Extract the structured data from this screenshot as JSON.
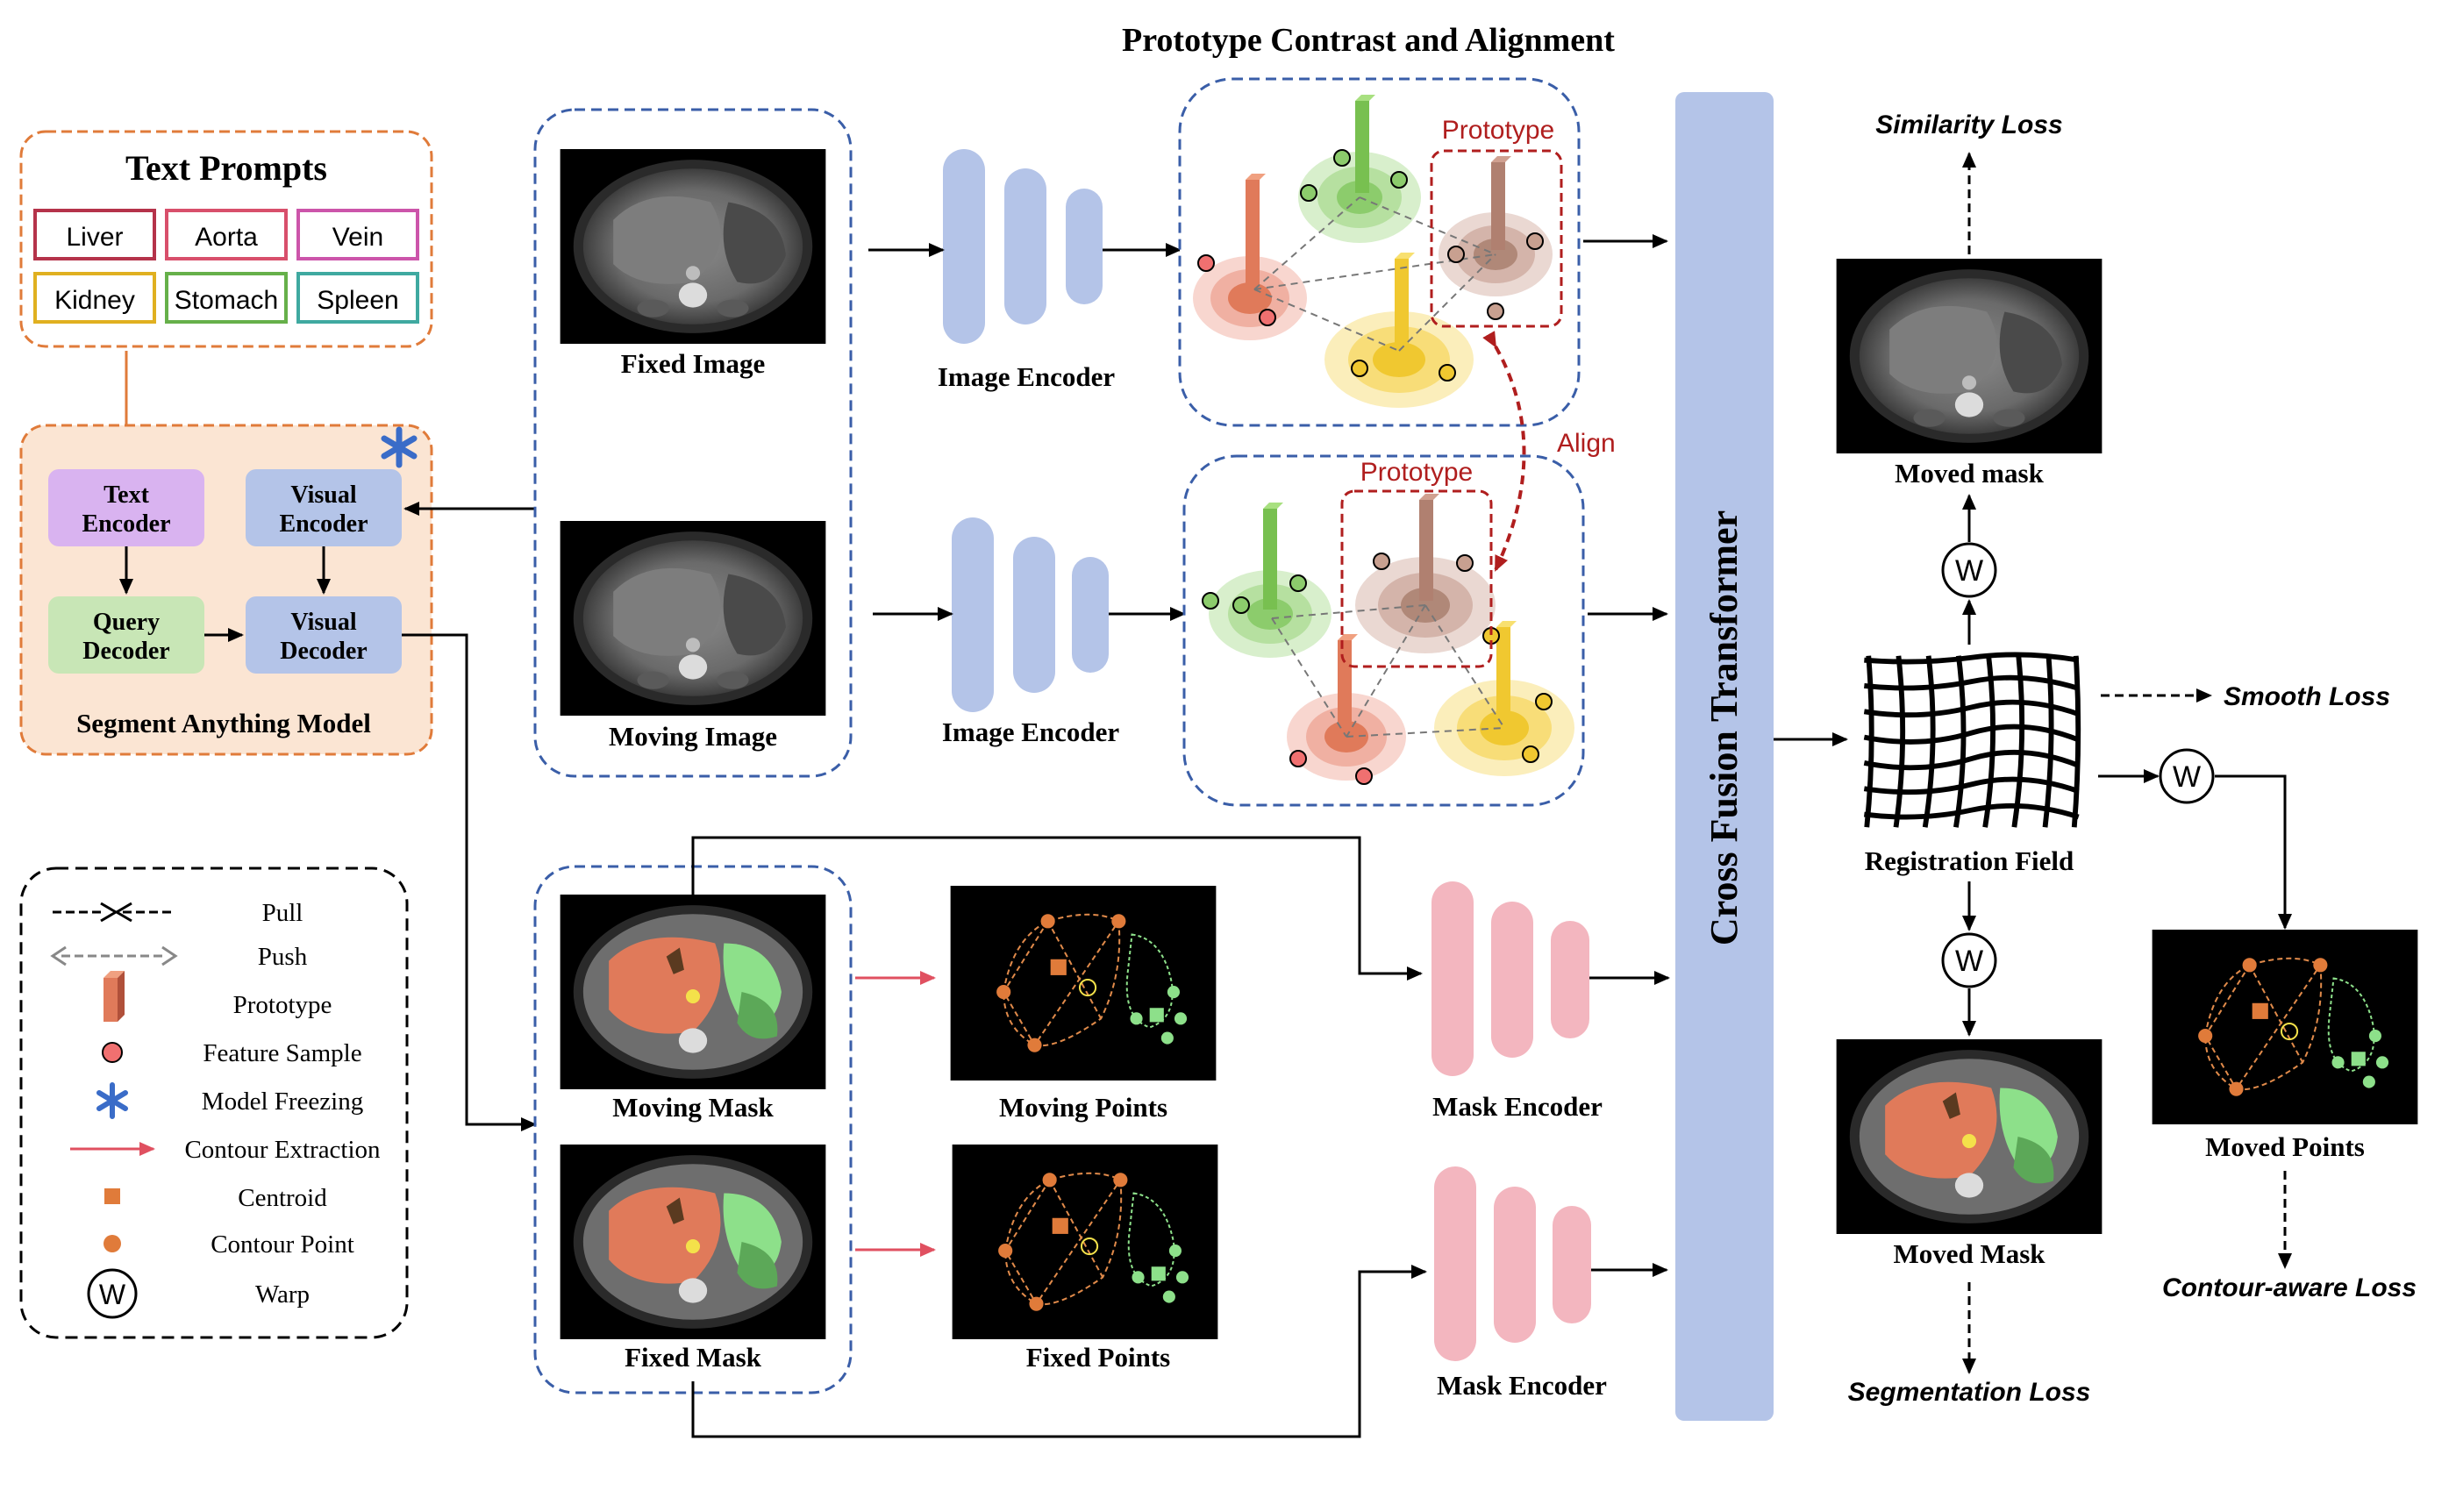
{
  "title": "Prototype Contrast and Alignment",
  "text_prompts": {
    "heading": "Text Prompts",
    "items": [
      {
        "label": "Liver",
        "color": "#b5334a"
      },
      {
        "label": "Aorta",
        "color": "#d84f6b"
      },
      {
        "label": "Vein",
        "color": "#cc55aa"
      },
      {
        "label": "Kidney",
        "color": "#e0b020"
      },
      {
        "label": "Stomach",
        "color": "#66b04a"
      },
      {
        "label": "Spleen",
        "color": "#3fa9a0"
      }
    ]
  },
  "sam": {
    "title": "Segment Anything Model",
    "text_encoder": [
      "Text",
      "Encoder"
    ],
    "visual_encoder": [
      "Visual",
      "Encoder"
    ],
    "query_decoder": [
      "Query",
      "Decoder"
    ],
    "visual_decoder": [
      "Visual",
      "Decoder"
    ],
    "frozen_icon": "asterisk-icon"
  },
  "images": {
    "fixed_image": "Fixed Image",
    "moving_image": "Moving Image",
    "moving_mask": "Moving Mask",
    "fixed_mask": "Fixed Mask",
    "moving_points": "Moving Points",
    "fixed_points": "Fixed Points",
    "moved_mask_top": "Moved mask",
    "moved_mask_bottom": "Moved Mask",
    "moved_points": "Moved Points",
    "registration_field": "Registration Field"
  },
  "encoders": {
    "image_encoder": "Image Encoder",
    "mask_encoder": "Mask Encoder"
  },
  "prototype": {
    "label": "Prototype",
    "align": "Align"
  },
  "transformer": "Cross Fusion Transformer",
  "losses": {
    "similarity": "Similarity Loss",
    "smooth": "Smooth Loss",
    "segmentation": "Segmentation Loss",
    "contour": "Contour-aware Loss"
  },
  "warp_symbol": "W",
  "legend": {
    "items": [
      {
        "label": "Pull",
        "icon": "pull-icon"
      },
      {
        "label": "Push",
        "icon": "push-icon"
      },
      {
        "label": "Prototype",
        "icon": "prototype-icon"
      },
      {
        "label": "Feature Sample",
        "icon": "feature-sample-icon"
      },
      {
        "label": "Model Freezing",
        "icon": "asterisk-icon"
      },
      {
        "label": "Contour Extraction",
        "icon": "red-arrow-icon"
      },
      {
        "label": "Centroid",
        "icon": "centroid-icon"
      },
      {
        "label": "Contour Point",
        "icon": "contour-point-icon"
      },
      {
        "label": "Warp",
        "icon": "warp-icon"
      }
    ]
  },
  "colors": {
    "encoder_blue": "#b4c4e8",
    "mask_pink": "#f3b6bf",
    "prompt_box": "#e07b3a",
    "sam_bg": "#fbe5d3",
    "text_enc": "#d9b3f0",
    "visual_blue": "#b4c4e8",
    "query_green": "#c8e6b6",
    "proto_red": "#b01e1e",
    "dashed_blue": "#3a5ea8"
  }
}
